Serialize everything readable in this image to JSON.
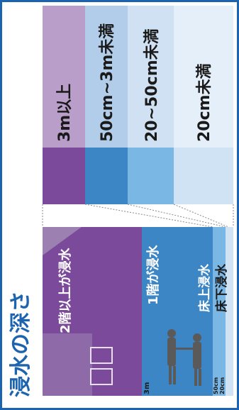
{
  "title": "浸水の深さ",
  "colors": {
    "frame": "#1c63b0",
    "level_3m_plus": "#7b4a9a",
    "level_50cm_3m": "#3d86c6",
    "level_20_50cm": "#7ab7e4",
    "level_under_20cm": "#cfe3f4",
    "legend_3m_plus": "#b89ec8",
    "legend_50cm_3m": "#b2cde9",
    "legend_20_50cm": "#cfe1f3",
    "legend_under_20cm": "#e4eff9",
    "house_shadow": "#9e86b4"
  },
  "legend": [
    {
      "key": "3m",
      "label": "3m以上"
    },
    {
      "key": "50cm3m",
      "label": "50cm~3m未満"
    },
    {
      "key": "20_50",
      "label": "20~50cm未満"
    },
    {
      "key": "under20",
      "label": "20cm未満"
    }
  ],
  "house_labels": {
    "floor2": "2階以上が浸水",
    "floor1": "1階が浸水",
    "above_floor": "床上浸水",
    "below_floor": "床下浸水"
  },
  "scale_marks": {
    "m3": "3m",
    "cm50": "50cm",
    "cm20": "20cm"
  },
  "icons": {
    "people": "two-people-holding-hands-icon"
  }
}
